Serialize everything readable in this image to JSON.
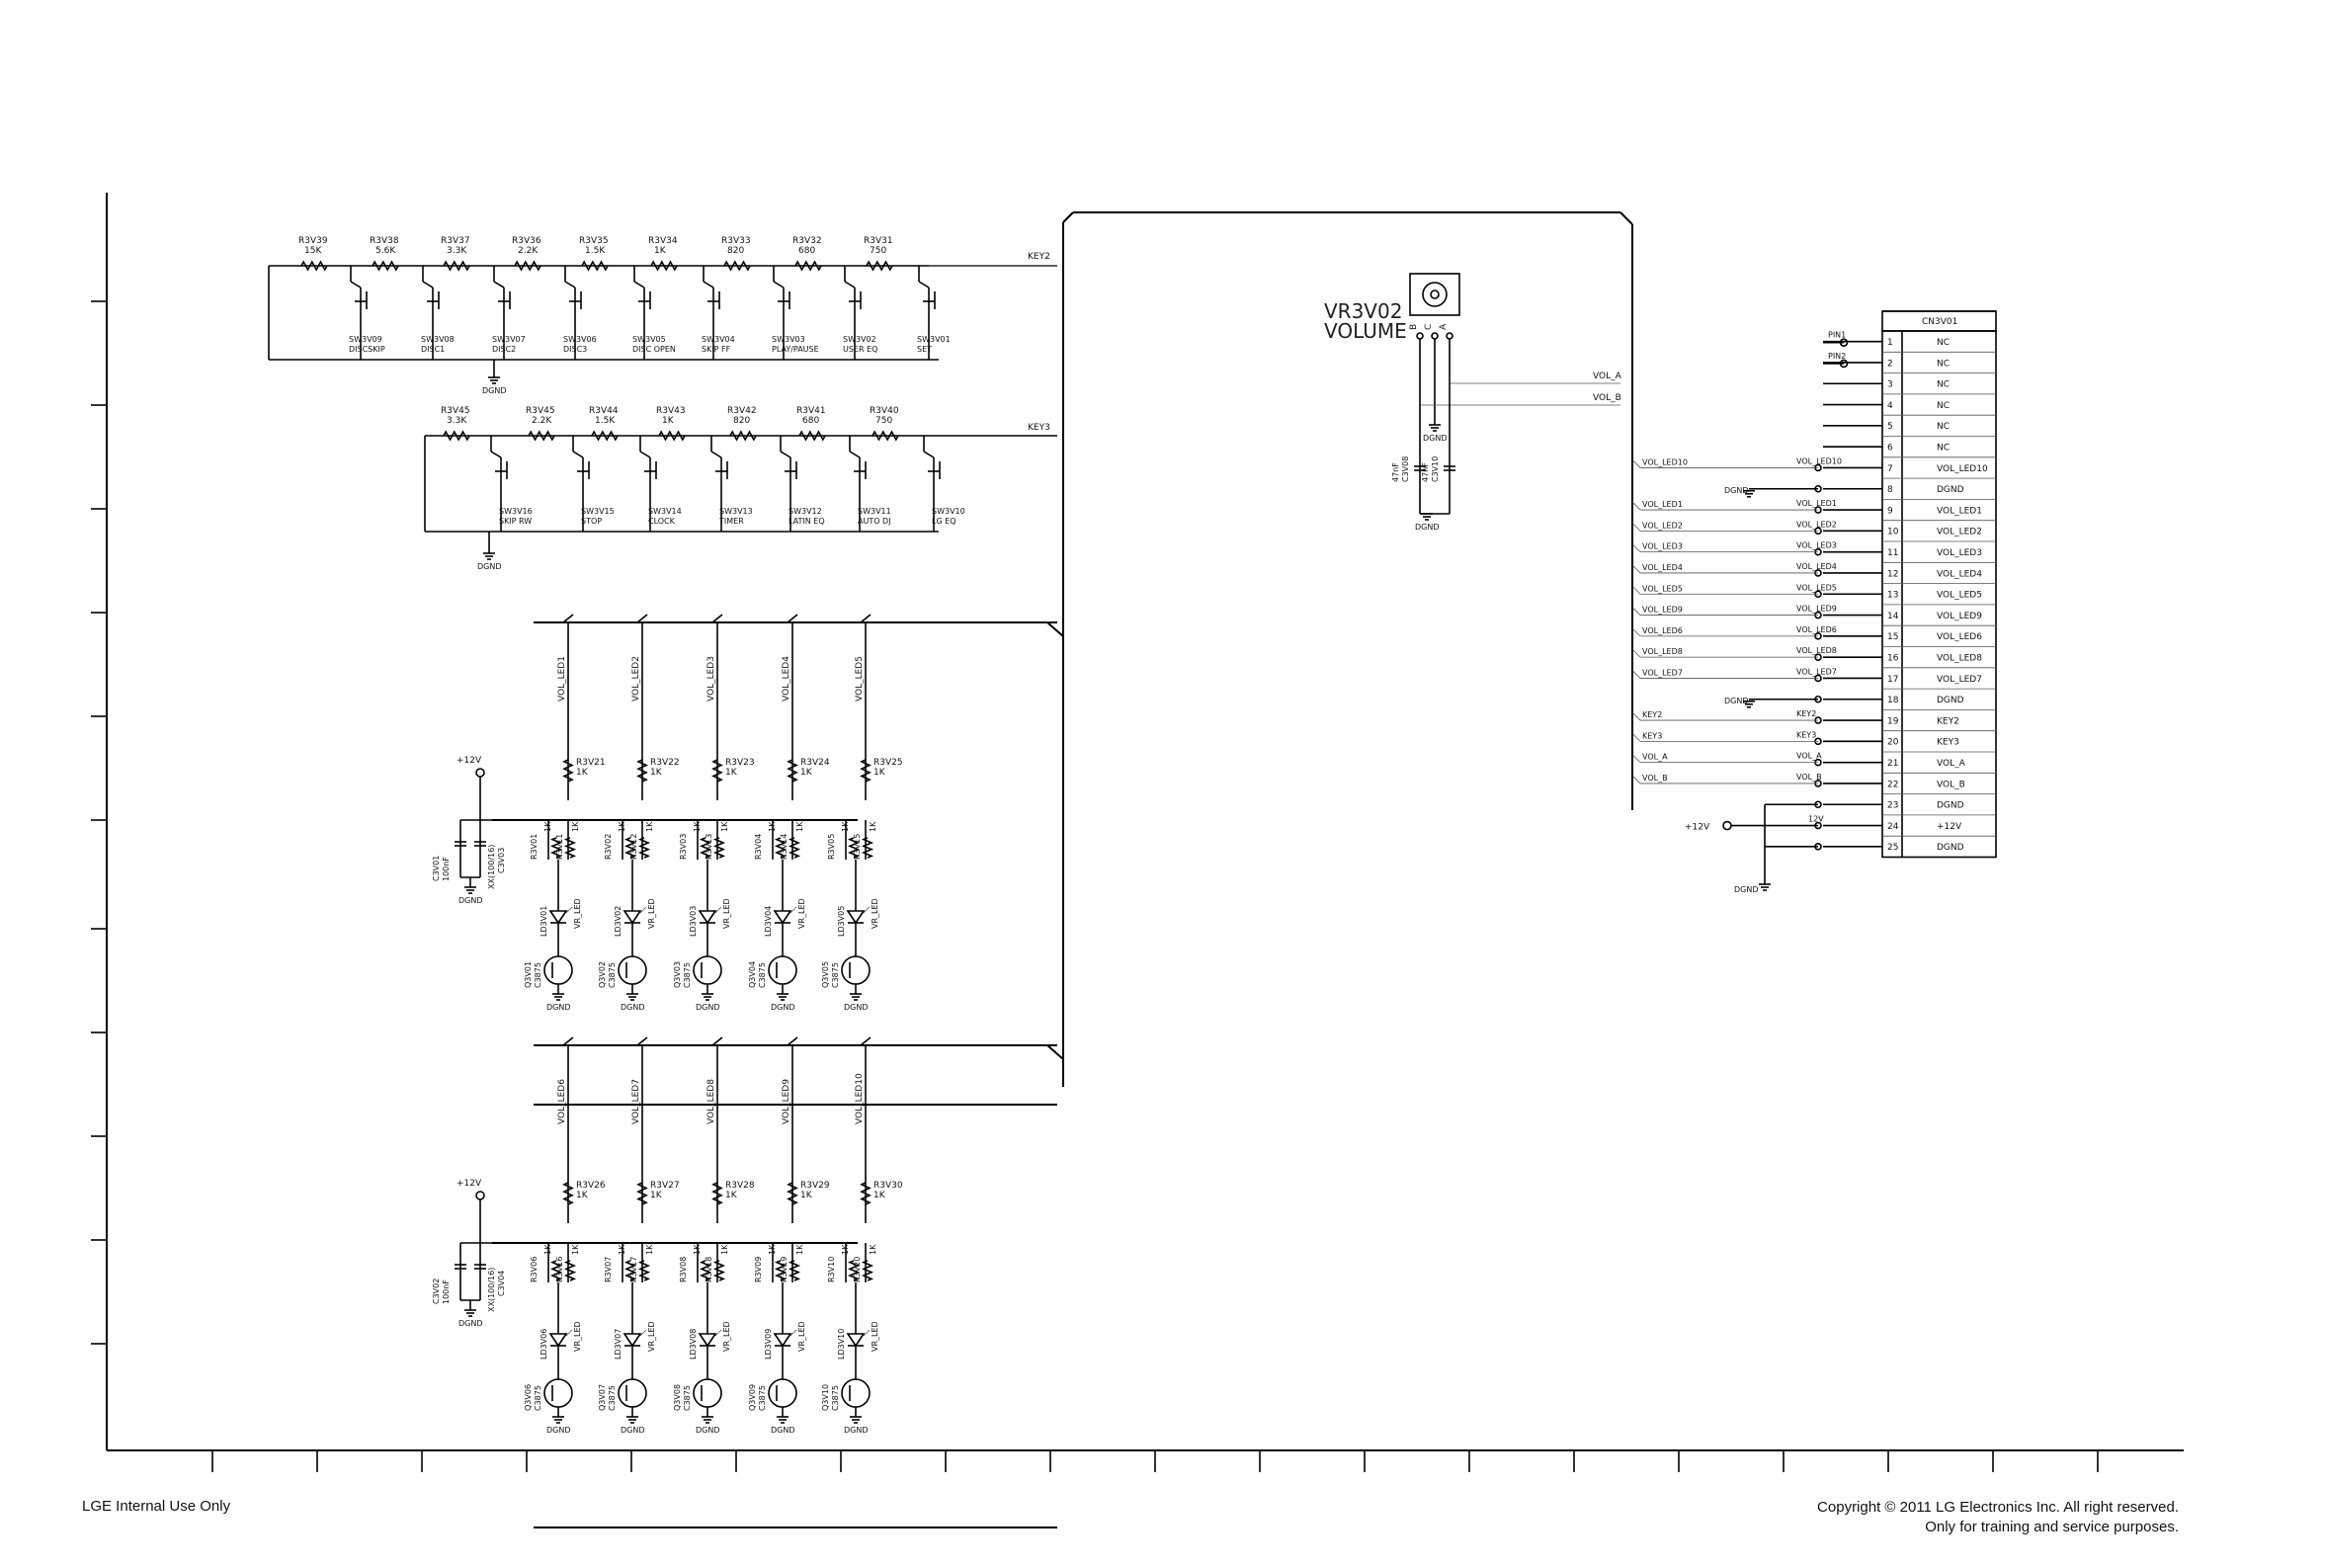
{
  "footer": {
    "left": "LGE Internal Use Only",
    "right_line1": "Copyright © 2011 LG Electronics Inc. All right reserved.",
    "right_line2": "Only for training and service purposes."
  },
  "nets": {
    "key2": "KEY2",
    "key3": "KEY3",
    "dgnd": "DGND",
    "vol_a": "VOL_A",
    "vol_b": "VOL_B",
    "p12v": "+12V",
    "v12": "12V"
  },
  "key2_resistors": [
    {
      "ref": "R3V39",
      "val": "15K"
    },
    {
      "ref": "R3V38",
      "val": "5.6K"
    },
    {
      "ref": "R3V37",
      "val": "3.3K"
    },
    {
      "ref": "R3V36",
      "val": "2.2K"
    },
    {
      "ref": "R3V35",
      "val": "1.5K"
    },
    {
      "ref": "R3V34",
      "val": "1K"
    },
    {
      "ref": "R3V33",
      "val": "820"
    },
    {
      "ref": "R3V32",
      "val": "680"
    },
    {
      "ref": "R3V31",
      "val": "750"
    }
  ],
  "key2_switches": [
    {
      "ref": "SW3V09",
      "name": "DISCSKIP"
    },
    {
      "ref": "SW3V08",
      "name": "DISC1"
    },
    {
      "ref": "SW3V07",
      "name": "DISC2"
    },
    {
      "ref": "SW3V06",
      "name": "DISC3"
    },
    {
      "ref": "SW3V05",
      "name": "DISC OPEN"
    },
    {
      "ref": "SW3V04",
      "name": "SKIP FF"
    },
    {
      "ref": "SW3V03",
      "name": "PLAY/PAUSE"
    },
    {
      "ref": "SW3V02",
      "name": "USER EQ"
    },
    {
      "ref": "SW3V01",
      "name": "SET"
    }
  ],
  "key3_resistors": [
    {
      "ref": "R3V45",
      "val": "3.3K"
    },
    {
      "ref": "R3V45",
      "val": "2.2K"
    },
    {
      "ref": "R3V44",
      "val": "1.5K"
    },
    {
      "ref": "R3V43",
      "val": "1K"
    },
    {
      "ref": "R3V42",
      "val": "820"
    },
    {
      "ref": "R3V41",
      "val": "680"
    },
    {
      "ref": "R3V40",
      "val": "750"
    }
  ],
  "key3_switches": [
    {
      "ref": "SW3V16",
      "name": "SKIP RW"
    },
    {
      "ref": "SW3V15",
      "name": "STOP"
    },
    {
      "ref": "SW3V14",
      "name": "CLOCK"
    },
    {
      "ref": "SW3V13",
      "name": "TIMER"
    },
    {
      "ref": "SW3V12",
      "name": "LATIN EQ"
    },
    {
      "ref": "SW3V11",
      "name": "AUTO DJ"
    },
    {
      "ref": "SW3V10",
      "name": "LG EQ"
    }
  ],
  "led_group1": {
    "cap": {
      "ref": "C3V01",
      "val": "100nF"
    },
    "ecap": {
      "ref": "C3V03",
      "val": "XX(100/16)"
    },
    "channels": [
      {
        "net": "VOL_LED1",
        "r": "R3V21",
        "rv": "1K",
        "led": "LD3V01",
        "q": "Q3V01",
        "qt": "C3875",
        "ra": "R3V01",
        "rb": "R3V11"
      },
      {
        "net": "VOL_LED2",
        "r": "R3V22",
        "rv": "1K",
        "led": "LD3V02",
        "q": "Q3V02",
        "qt": "C3875",
        "ra": "R3V02",
        "rb": "R3V12"
      },
      {
        "net": "VOL_LED3",
        "r": "R3V23",
        "rv": "1K",
        "led": "LD3V03",
        "q": "Q3V03",
        "qt": "C3875",
        "ra": "R3V03",
        "rb": "R3V13"
      },
      {
        "net": "VOL_LED4",
        "r": "R3V24",
        "rv": "1K",
        "led": "LD3V04",
        "q": "Q3V04",
        "qt": "C3875",
        "ra": "R3V04",
        "rb": "R3V14"
      },
      {
        "net": "VOL_LED5",
        "r": "R3V25",
        "rv": "1K",
        "led": "LD3V05",
        "q": "Q3V05",
        "qt": "C3875",
        "ra": "R3V05",
        "rb": "R3V15"
      }
    ]
  },
  "led_group2": {
    "cap": {
      "ref": "C3V02",
      "val": "100nF"
    },
    "ecap": {
      "ref": "C3V04",
      "val": "XX(100/16)"
    },
    "channels": [
      {
        "net": "VOL_LED6",
        "r": "R3V26",
        "rv": "1K",
        "led": "LD3V06",
        "q": "Q3V06",
        "qt": "C3875",
        "ra": "R3V06",
        "rb": "R3V16"
      },
      {
        "net": "VOL_LED7",
        "r": "R3V27",
        "rv": "1K",
        "led": "LD3V07",
        "q": "Q3V07",
        "qt": "C3875",
        "ra": "R3V07",
        "rb": "R3V17"
      },
      {
        "net": "VOL_LED8",
        "r": "R3V28",
        "rv": "1K",
        "led": "LD3V08",
        "q": "Q3V08",
        "qt": "C3875",
        "ra": "R3V08",
        "rb": "R3V18"
      },
      {
        "net": "VOL_LED9",
        "r": "R3V29",
        "rv": "1K",
        "led": "LD3V09",
        "q": "Q3V09",
        "qt": "C3875",
        "ra": "R3V09",
        "rb": "R3V19"
      },
      {
        "net": "VOL_LED10",
        "r": "R3V30",
        "rv": "1K",
        "led": "LD3V10",
        "q": "Q3V10",
        "qt": "C3875",
        "ra": "R3V10",
        "rb": "R3V20"
      }
    ]
  },
  "led_label": "VR_LED",
  "volume": {
    "ref": "VR3V02",
    "name": "VOLUME",
    "pins": [
      "B",
      "C",
      "A"
    ],
    "caps": [
      {
        "ref": "C3V08",
        "val": "47nF"
      },
      {
        "ref": "C3V10",
        "val": "47nF"
      }
    ]
  },
  "connector_pins": [
    {
      "label": "PIN1"
    },
    {
      "label": "PIN2"
    }
  ],
  "connector": {
    "ref": "CN3V01",
    "pins": [
      {
        "n": "1",
        "name": "NC"
      },
      {
        "n": "2",
        "name": "NC"
      },
      {
        "n": "3",
        "name": "NC"
      },
      {
        "n": "4",
        "name": "NC"
      },
      {
        "n": "5",
        "name": "NC"
      },
      {
        "n": "6",
        "name": "NC"
      },
      {
        "n": "7",
        "name": "VOL_LED10"
      },
      {
        "n": "8",
        "name": "DGND"
      },
      {
        "n": "9",
        "name": "VOL_LED1"
      },
      {
        "n": "10",
        "name": "VOL_LED2"
      },
      {
        "n": "11",
        "name": "VOL_LED3"
      },
      {
        "n": "12",
        "name": "VOL_LED4"
      },
      {
        "n": "13",
        "name": "VOL_LED5"
      },
      {
        "n": "14",
        "name": "VOL_LED9"
      },
      {
        "n": "15",
        "name": "VOL_LED6"
      },
      {
        "n": "16",
        "name": "VOL_LED8"
      },
      {
        "n": "17",
        "name": "VOL_LED7"
      },
      {
        "n": "18",
        "name": "DGND"
      },
      {
        "n": "19",
        "name": "KEY2"
      },
      {
        "n": "20",
        "name": "KEY3"
      },
      {
        "n": "21",
        "name": "VOL_A"
      },
      {
        "n": "22",
        "name": "VOL_B"
      },
      {
        "n": "23",
        "name": "DGND"
      },
      {
        "n": "24",
        "name": "+12V"
      },
      {
        "n": "25",
        "name": "DGND"
      }
    ]
  },
  "bus_labels": [
    "VOL_LED10",
    "VOL_LED1",
    "VOL_LED2",
    "VOL_LED3",
    "VOL_LED4",
    "VOL_LED5",
    "VOL_LED9",
    "VOL_LED6",
    "VOL_LED8",
    "VOL_LED7",
    "KEY2",
    "KEY3",
    "VOL_A",
    "VOL_B"
  ]
}
